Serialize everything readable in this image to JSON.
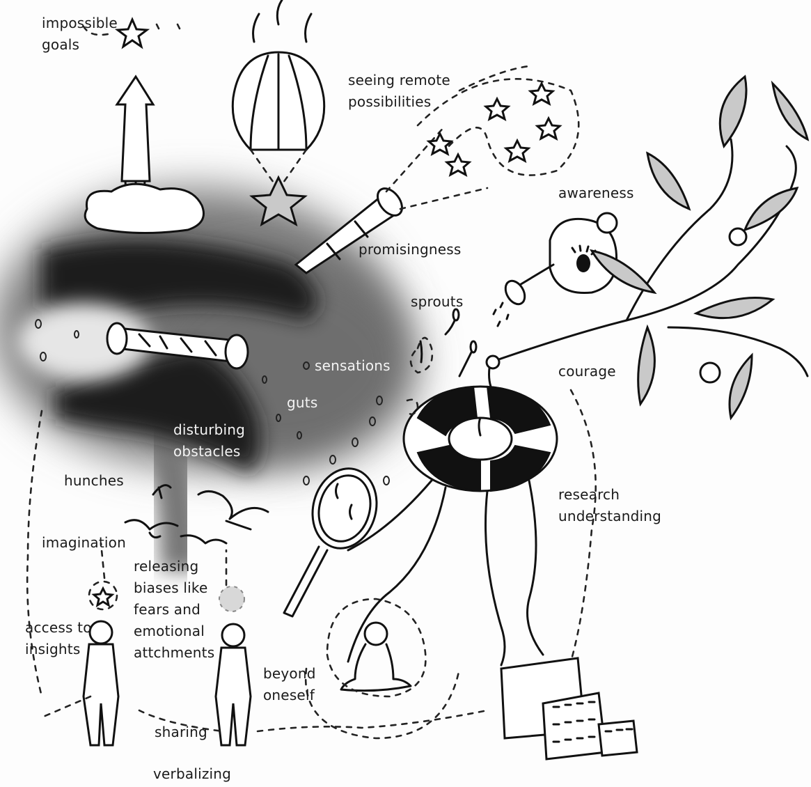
{
  "labels": {
    "impossible_goals": "impossible\ngoals",
    "seeing_remote": "seeing remote\npossibilities",
    "awareness": "awareness",
    "promisingness": "promisingness",
    "sprouts": "sprouts",
    "sensations": "sensations",
    "guts": "guts",
    "courage": "courage",
    "disturbing_obstacles": "disturbing\nobstacles",
    "hunches": "hunches",
    "research_understanding": "research\nunderstanding",
    "imagination": "imagination",
    "releasing_biases": "releasing\nbiases like\nfears and\nemotional\nattchments",
    "access_to_insights": "access to\ninsights",
    "beyond_oneself": "beyond\noneself",
    "sharing": "sharing",
    "verbalizing": "verbalizing"
  },
  "colors": {
    "ink": "#111111",
    "paper": "#fdfdfd",
    "shadow": "#555555",
    "leaf_fill": "#c9c9c9"
  }
}
